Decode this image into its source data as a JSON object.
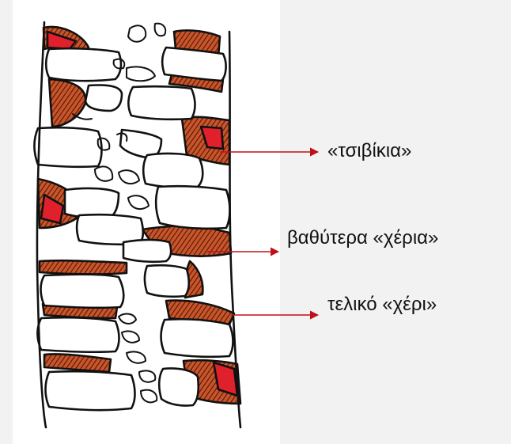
{
  "labels": [
    {
      "text": "«τσιβίκια»"
    },
    {
      "text": "βαθύτερα «χέρια»"
    },
    {
      "text": "τελικό «χέρι»"
    }
  ],
  "colors": {
    "background": "#f2f2f2",
    "panel": "#ffffff",
    "mortar_hatch": "#8a2a12",
    "wedge_fill": "#e0202a",
    "arrow": "#c0101a",
    "ink": "#111111"
  }
}
